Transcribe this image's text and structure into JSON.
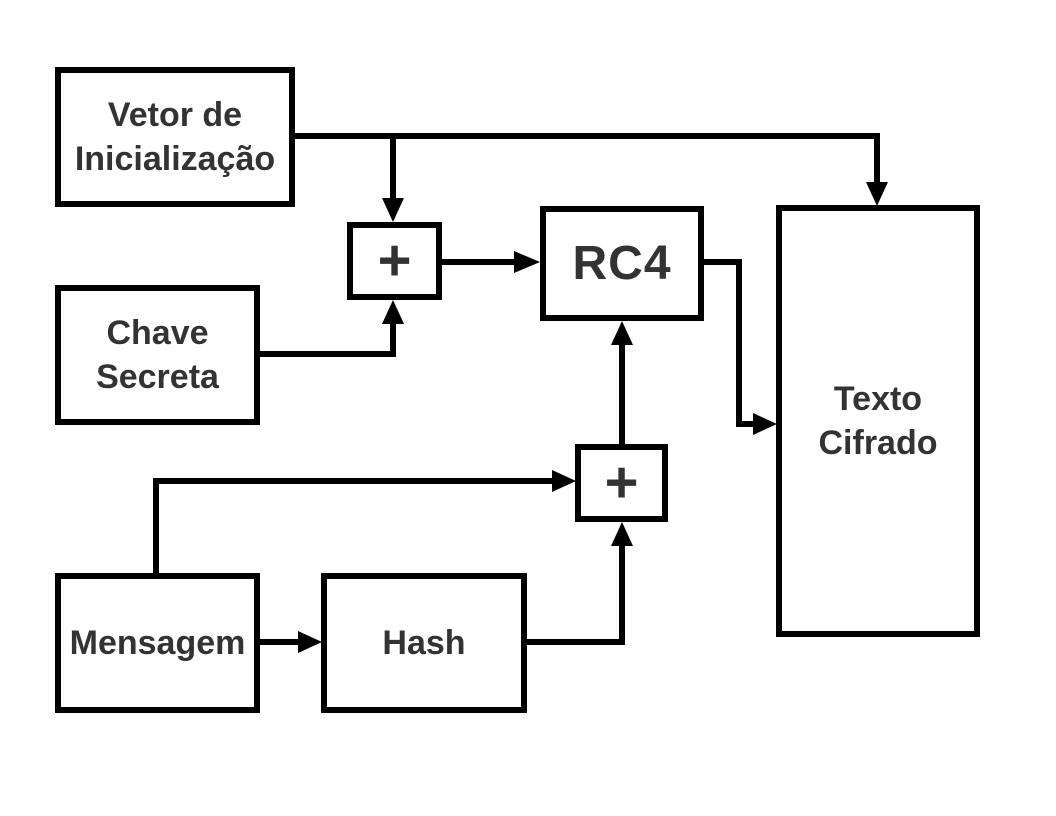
{
  "diagram": {
    "nodes": {
      "vetor": {
        "lines": [
          "Vetor de",
          "Inicialização"
        ]
      },
      "chave": {
        "lines": [
          "Chave",
          "Secreta"
        ]
      },
      "mensagem": {
        "lines": [
          "Mensagem"
        ]
      },
      "hash": {
        "lines": [
          "Hash"
        ]
      },
      "rc4": {
        "lines": [
          "RC4"
        ]
      },
      "texto": {
        "lines": [
          "Texto",
          "Cifrado"
        ]
      },
      "plus_top": {
        "symbol": "+"
      },
      "plus_bottom": {
        "symbol": "+"
      }
    },
    "edges": [
      {
        "from": "vetor",
        "to": "plus_top"
      },
      {
        "from": "vetor",
        "to": "texto"
      },
      {
        "from": "chave",
        "to": "plus_top"
      },
      {
        "from": "plus_top",
        "to": "rc4"
      },
      {
        "from": "rc4",
        "to": "texto"
      },
      {
        "from": "mensagem",
        "to": "hash"
      },
      {
        "from": "mensagem",
        "to": "plus_bottom"
      },
      {
        "from": "hash",
        "to": "plus_bottom"
      },
      {
        "from": "plus_bottom",
        "to": "rc4"
      }
    ],
    "colors": {
      "stroke": "#000000",
      "text": "#333333",
      "background": "#ffffff"
    }
  }
}
